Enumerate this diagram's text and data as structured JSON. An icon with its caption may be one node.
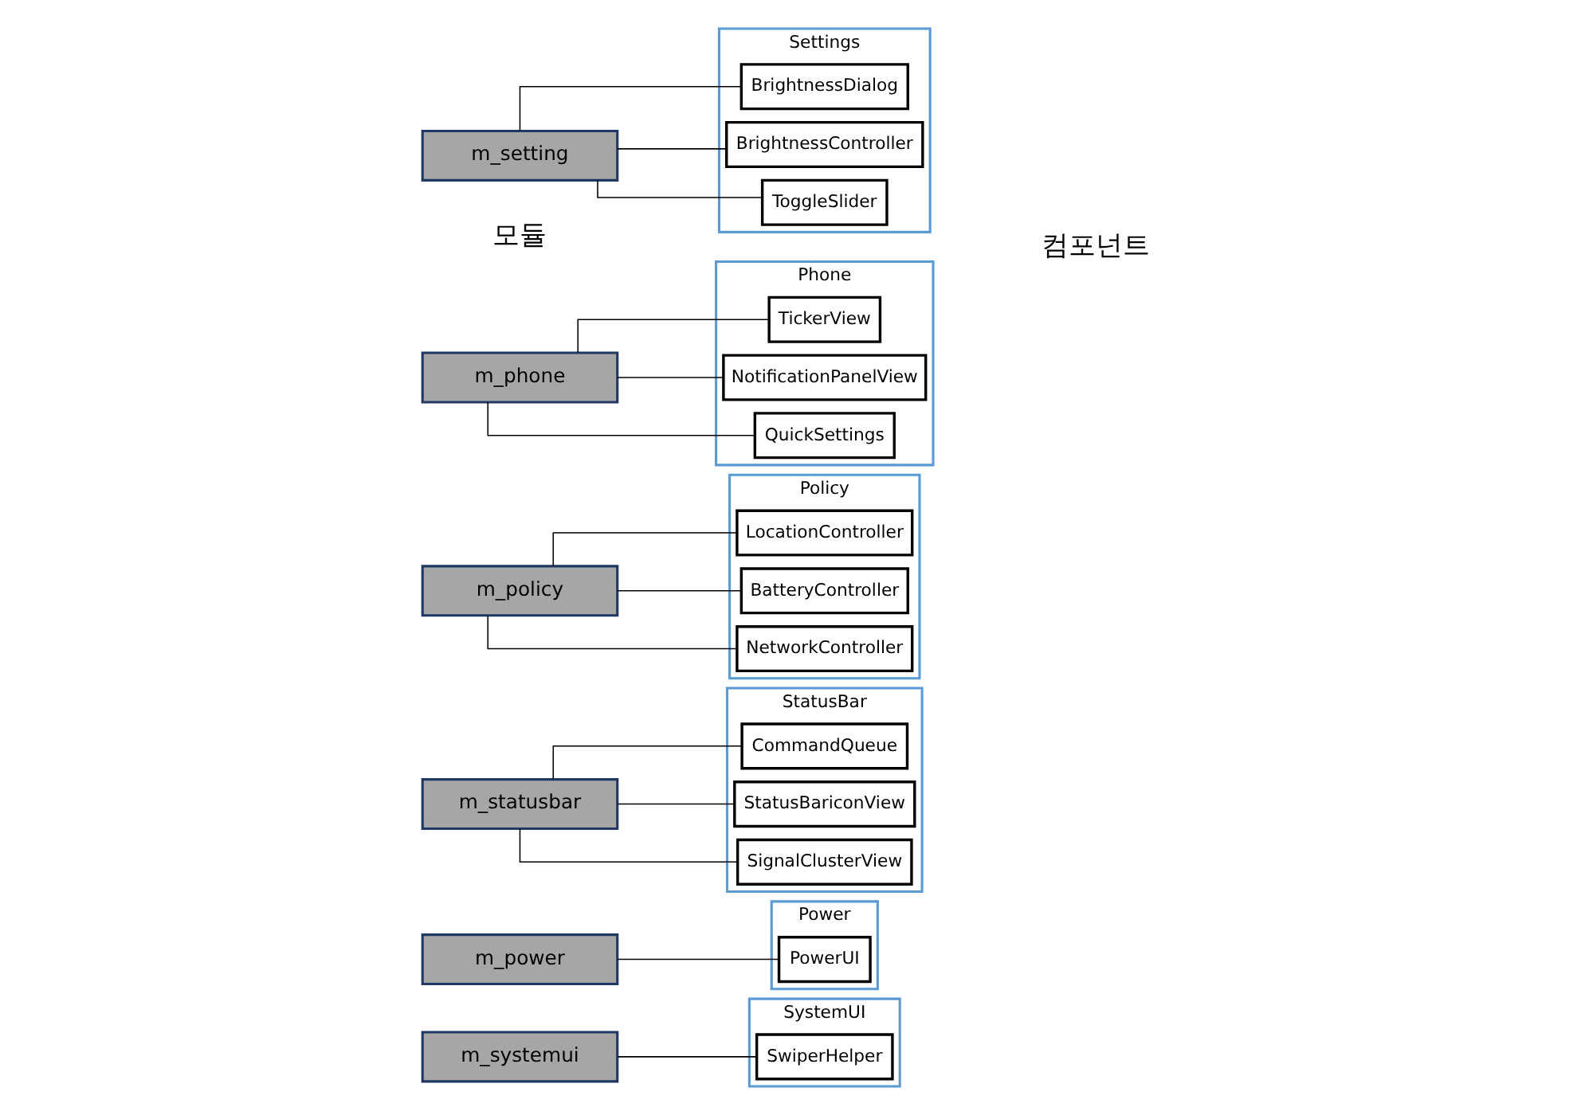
{
  "diagram": {
    "nodes": [
      {
        "text": [
          "m_systemui"
        ]
      },
      {
        "text": [
          "m_power"
        ]
      },
      {
        "text": [
          "m_statusbar"
        ]
      },
      {
        "text": [
          "m_policy"
        ]
      },
      {
        "text": [
          "m_phone"
        ]
      },
      {
        "text": [
          "m_setting"
        ]
      },
      {
        "text": [
          "SystemUI"
        ]
      },
      {
        "text": [
          "SwiperHelper"
        ],
        "in": 6
      },
      {
        "text": [
          "Power"
        ]
      },
      {
        "text": [
          "PowerUI"
        ],
        "in": 8
      },
      {
        "text": [
          "StatusBar"
        ]
      },
      {
        "text": [
          "CommandQueue"
        ],
        "in": 10
      },
      {
        "text": [
          "StatusBariconView"
        ],
        "in": 10
      },
      {
        "text": [
          "SignalClusterView"
        ],
        "in": 10
      },
      {
        "text": [
          "Policy"
        ]
      },
      {
        "text": [
          "LocationController"
        ],
        "in": 14
      },
      {
        "text": [
          "BatteryController"
        ],
        "in": 14
      },
      {
        "text": [
          "NetworkController"
        ],
        "in": 14
      },
      {
        "text": [
          "Phone"
        ]
      },
      {
        "text": [
          "TickerView"
        ],
        "in": 18
      },
      {
        "text": [
          "NotificationPanelView"
        ],
        "in": 18
      },
      {
        "text": [
          "QuickSettings"
        ],
        "in": 18
      },
      {
        "text": [
          "Settings"
        ]
      },
      {
        "text": [
          "BrightnessDialog"
        ],
        "in": 22
      },
      {
        "text": [
          "BrightnessController"
        ],
        "in": 22
      },
      {
        "text": [
          "ToggleSlider"
        ],
        "in": 22
      }
    ],
    "edges": [
      {
        "from": 0,
        "to": 7,
        "arrow": "none"
      },
      {
        "from": 1,
        "to": 9,
        "arrow": "none"
      },
      {
        "from": 2,
        "to": 11,
        "arrow": "none"
      },
      {
        "from": 2,
        "to": 12,
        "arrow": "none"
      },
      {
        "from": 2,
        "to": 13,
        "arrow": "none"
      },
      {
        "from": 3,
        "to": 15,
        "arrow": "none"
      },
      {
        "from": 3,
        "to": 16,
        "arrow": "none"
      },
      {
        "from": 3,
        "to": 17,
        "arrow": "none"
      },
      {
        "from": 4,
        "to": 19,
        "arrow": "none"
      },
      {
        "from": 4,
        "to": 20,
        "arrow": "none"
      },
      {
        "from": 4,
        "to": 21,
        "arrow": "none"
      },
      {
        "from": 5,
        "to": 23,
        "arrow": "none"
      },
      {
        "from": 5,
        "to": 24,
        "arrow": "none"
      },
      {
        "from": 5,
        "to": 25,
        "arrow": "none"
      }
    ],
    "labels": [
      "모듈",
      "컴포넌트"
    ]
  }
}
